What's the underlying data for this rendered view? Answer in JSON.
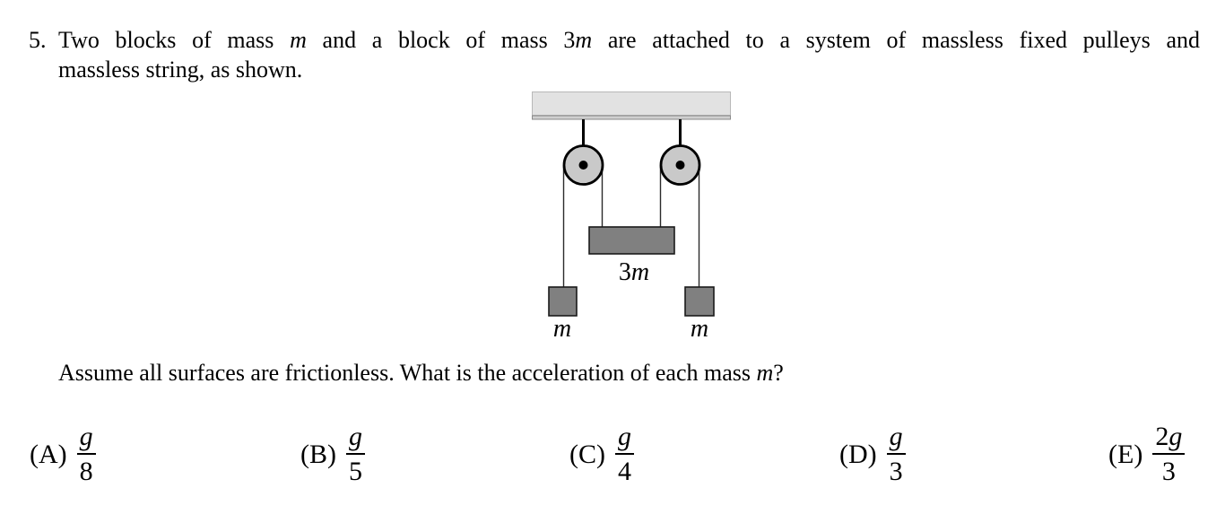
{
  "problem": {
    "number": "5.",
    "line1": {
      "s0": "Two blocks of mass ",
      "s1": "m",
      "s2": " and a block of mass 3",
      "s3": "m",
      "s4": " are attached to a system of massless fixed pulleys and"
    },
    "line2": "massless string, as shown.",
    "question": {
      "s0": "Assume all surfaces are frictionless. What is the acceleration of each mass ",
      "s1": "m",
      "s2": "?"
    }
  },
  "diagram": {
    "labels": {
      "center_block_prefix": "3",
      "center_block_var": "m",
      "left_block": "m",
      "right_block": "m"
    },
    "colors": {
      "ceiling_fill": "#e2e2e2",
      "ceiling_border": "#b8b8b8",
      "ceiling_edge_fill": "#cfcfcf",
      "ceiling_edge_stroke": "#8a8a8a",
      "pulley_fill": "#c9c9c9",
      "outline": "#000000",
      "block_fill": "#808080",
      "block_stroke": "#1a1a1a",
      "string": "#2b2b2b"
    }
  },
  "choices": [
    {
      "label": "(A)",
      "num_prefix": "",
      "num_var": "g",
      "den": "8"
    },
    {
      "label": "(B)",
      "num_prefix": "",
      "num_var": "g",
      "den": "5"
    },
    {
      "label": "(C)",
      "num_prefix": "",
      "num_var": "g",
      "den": "4"
    },
    {
      "label": "(D)",
      "num_prefix": "",
      "num_var": "g",
      "den": "3"
    },
    {
      "label": "(E)",
      "num_prefix": "2",
      "num_var": "g",
      "den": "3"
    }
  ]
}
